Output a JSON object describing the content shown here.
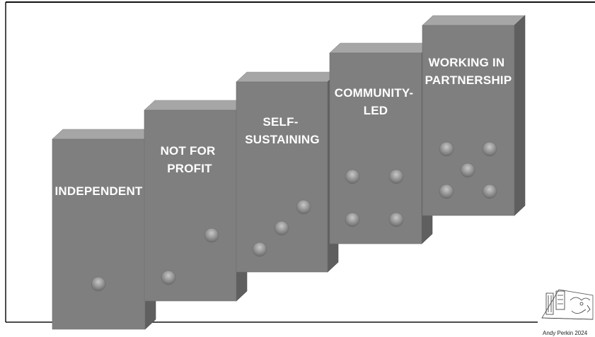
{
  "blocks": [
    {
      "id": "independent",
      "label_lines": [
        "INDEPENDENT"
      ],
      "pips": 1
    },
    {
      "id": "not-for-profit",
      "label_lines": [
        "NOT FOR",
        "PROFIT"
      ],
      "pips": 2
    },
    {
      "id": "self-sustaining",
      "label_lines": [
        "SELF-",
        "SUSTAINING"
      ],
      "pips": 3
    },
    {
      "id": "community-led",
      "label_lines": [
        "COMMUNITY-",
        "LED"
      ],
      "pips": 4
    },
    {
      "id": "working-in-partnership",
      "label_lines": [
        "WORKING IN",
        "PARTNERSHIP"
      ],
      "pips": 5
    }
  ],
  "credit": {
    "text": "Andy Perkin 2024"
  },
  "colors": {
    "front": "#7f7f7f",
    "top": "#a6a6a6",
    "side": "#5f5f5f",
    "frame": "#111111",
    "pip_light": "#c8c8c8",
    "pip_dark": "#6a6a6a"
  }
}
